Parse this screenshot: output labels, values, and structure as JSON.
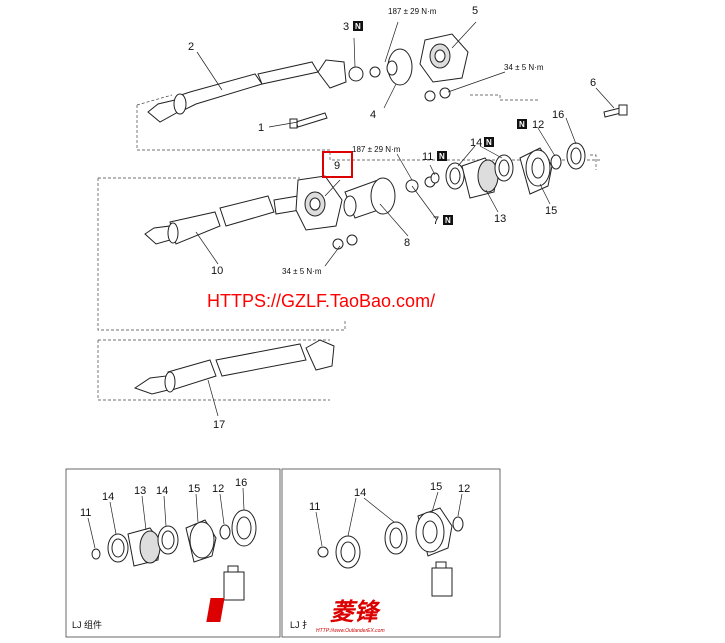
{
  "diagram": {
    "callouts": {
      "p1": "1",
      "p2": "2",
      "p3": "3",
      "p4": "4",
      "p5": "5",
      "p6": "6",
      "p7": "7",
      "p8": "8",
      "p9": "9",
      "p10": "10",
      "p11": "11",
      "p12": "12",
      "p13": "13",
      "p14": "14",
      "p15": "15",
      "p16": "16",
      "p17": "17"
    },
    "torques": {
      "t_top_main": "187 ± 29 N·m",
      "t_top_small": "34 ± 5 N·m",
      "t_mid_main": "187 ± 29 N·m",
      "t_mid_small": "34 ± 5 N·m"
    },
    "new_part_mark": "N",
    "watermark": "HTTPS://GZLF.TaoBao.com/",
    "kit_left": {
      "title": "LJ 组件",
      "callouts": {
        "k11": "11",
        "k14a": "14",
        "k13": "13",
        "k14b": "14",
        "k15": "15",
        "k12": "12",
        "k16": "16"
      }
    },
    "kit_right": {
      "title": "LJ 扌",
      "callouts": {
        "k11": "11",
        "k14": "14",
        "k15": "15",
        "k12": "12"
      }
    },
    "logo": {
      "text": "菱锋",
      "url": "HTTP://www.OutlanderEX.com"
    }
  }
}
